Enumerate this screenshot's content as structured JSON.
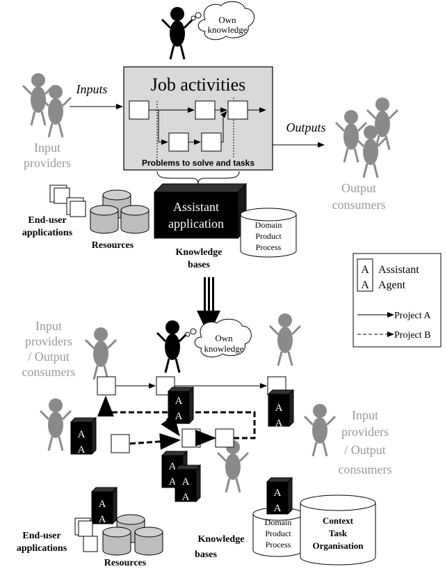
{
  "top": {
    "job_title": "Job activities",
    "problems_label": "Problems to solve and tasks",
    "inputs_label": "Inputs",
    "outputs_label": "Outputs",
    "input_providers": [
      "Input",
      "providers"
    ],
    "output_consumers": [
      "Output",
      "consumers"
    ],
    "own_knowledge": [
      "Own",
      "knowledge"
    ],
    "assistant_app": [
      "Assistant",
      "application"
    ],
    "end_user_apps": [
      "End-user",
      "applications"
    ],
    "resources": "Resources",
    "knowledge_bases": [
      "Knowledge",
      "bases"
    ],
    "domain_kb": [
      "Domain",
      "Product",
      "Process"
    ]
  },
  "legend": {
    "assistant_letter": "A",
    "assistant_label": "Assistant",
    "agent_letter": "A",
    "agent_label": "Agent",
    "project_a": "Project A",
    "project_b": "Project B"
  },
  "bottom": {
    "left_providers": [
      "Input",
      "providers",
      "/ Output",
      "consumers"
    ],
    "right_providers": [
      "Input",
      "providers",
      "/ Output",
      "consumers"
    ],
    "own_knowledge": [
      "Own",
      "knowledge"
    ],
    "agent_letter": "A",
    "end_user_apps": [
      "End-user",
      "applications"
    ],
    "resources": "Resources",
    "knowledge_bases": [
      "Knowledge",
      "bases"
    ],
    "domain_kb": [
      "Domain",
      "Product",
      "Process"
    ],
    "context_kb": [
      "Context",
      "Task",
      "Organisation"
    ]
  },
  "colors": {
    "gray_person": "#8a8a8a",
    "black": "#000000",
    "job_box_fill": "#d9d9d9",
    "label_gray": "#999999"
  }
}
